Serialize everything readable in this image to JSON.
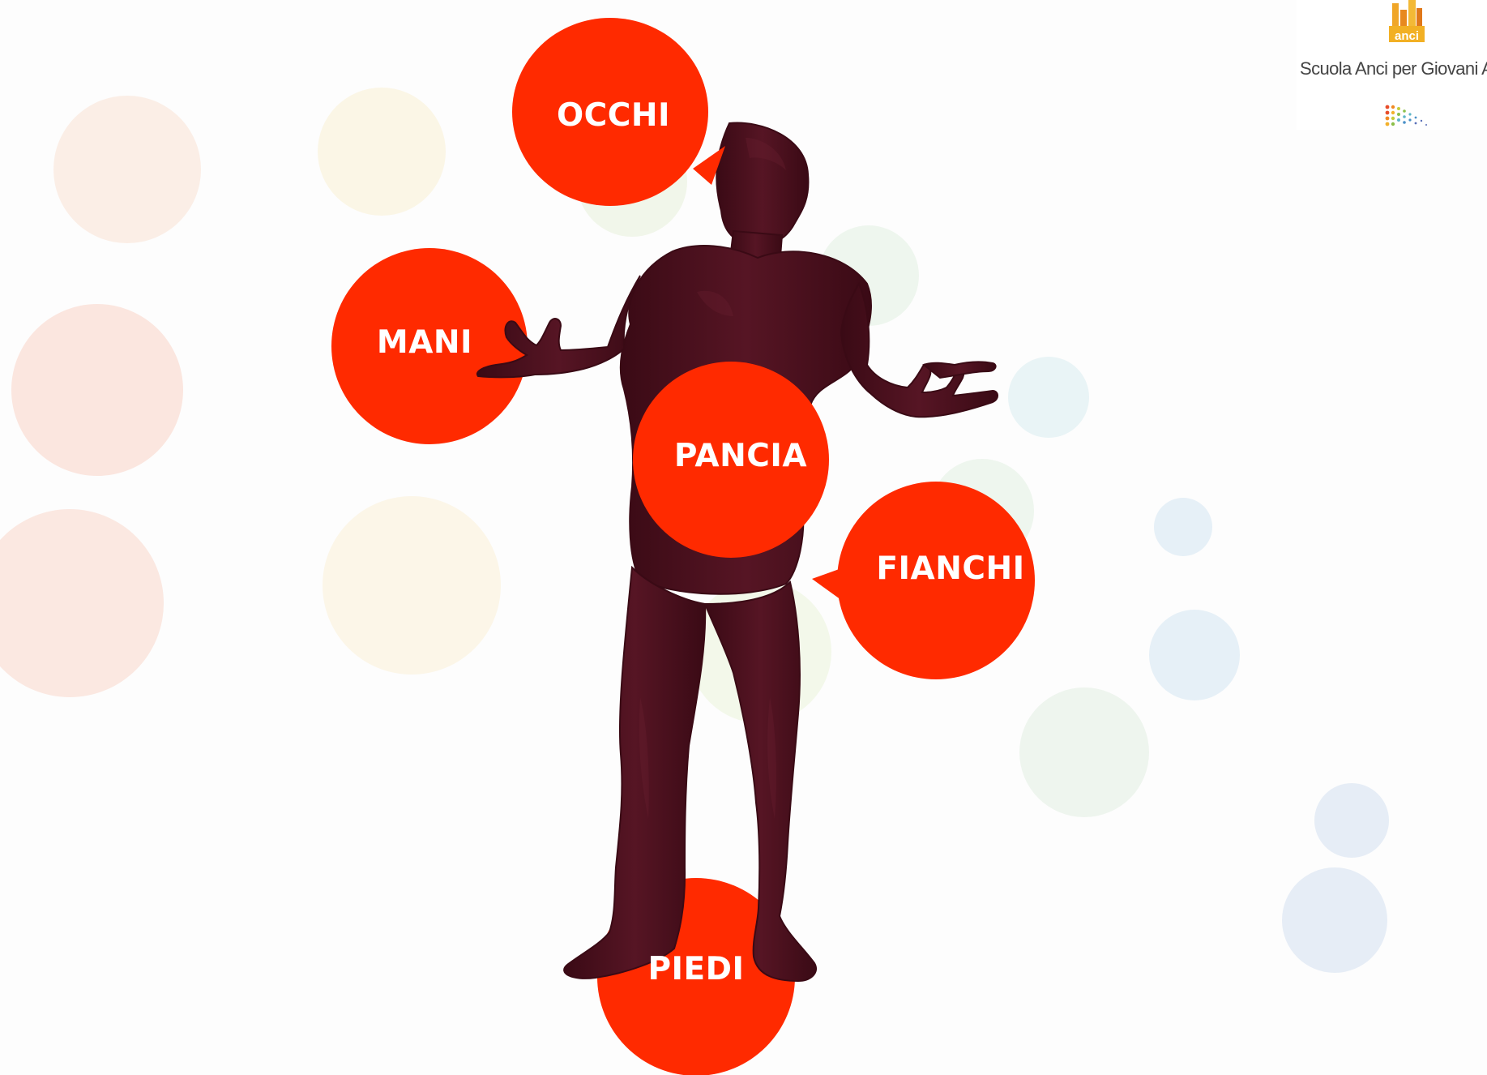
{
  "slide": {
    "background": "#fdfdfd",
    "accent_color": "#ff2a00",
    "figure_color": "#4a0f1c"
  },
  "bubbles": [
    {
      "id": "occhi",
      "label": "OCCHI"
    },
    {
      "id": "mani",
      "label": "MANI"
    },
    {
      "id": "pancia",
      "label": "PANCIA"
    },
    {
      "id": "fianchi",
      "label": "FIANCHI"
    },
    {
      "id": "piedi",
      "label": "PIEDI"
    }
  ],
  "logo": {
    "mark_text": "anci",
    "caption": "Scuola Anci per Giovani Amministratori",
    "mark_icon": "anci-building-icon",
    "dots_icon": "colored-dots-icon"
  }
}
